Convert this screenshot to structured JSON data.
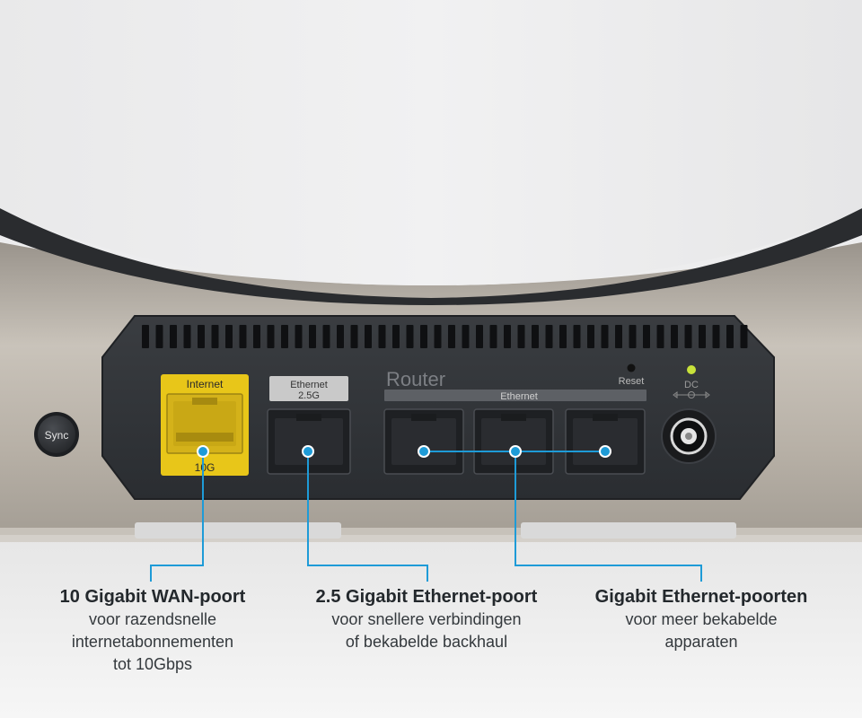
{
  "device": {
    "sync_button_label": "Sync",
    "router_label": "Router",
    "reset_label": "Reset",
    "dc_label": "DC",
    "ports": {
      "internet": {
        "top_label": "Internet",
        "bottom_label": "10G"
      },
      "ethernet_25g": {
        "top_label": "Ethernet",
        "sub_label": "2.5G"
      },
      "ethernet_group_label": "Ethernet"
    }
  },
  "captions": [
    {
      "title": "10 Gigabit WAN-poort",
      "lines": [
        "voor razendsnelle",
        "internetabonnementen",
        "tot 10Gbps"
      ]
    },
    {
      "title": "2.5 Gigabit Ethernet-poort",
      "lines": [
        "voor snellere verbindingen",
        "of bekabelde backhaul"
      ]
    },
    {
      "title": "Gigabit Ethernet-poorten",
      "lines": [
        "voor meer bekabelde",
        "apparaten"
      ]
    }
  ],
  "colors": {
    "callout_blue": "#1e9bd7",
    "internet_port_yellow": "#e8c619",
    "panel_dark": "#2c2f33",
    "status_led": "#c8e23a"
  },
  "icons": {
    "dc_polarity": "dc-polarity-icon",
    "reset_hole": "reset-hole-icon"
  }
}
